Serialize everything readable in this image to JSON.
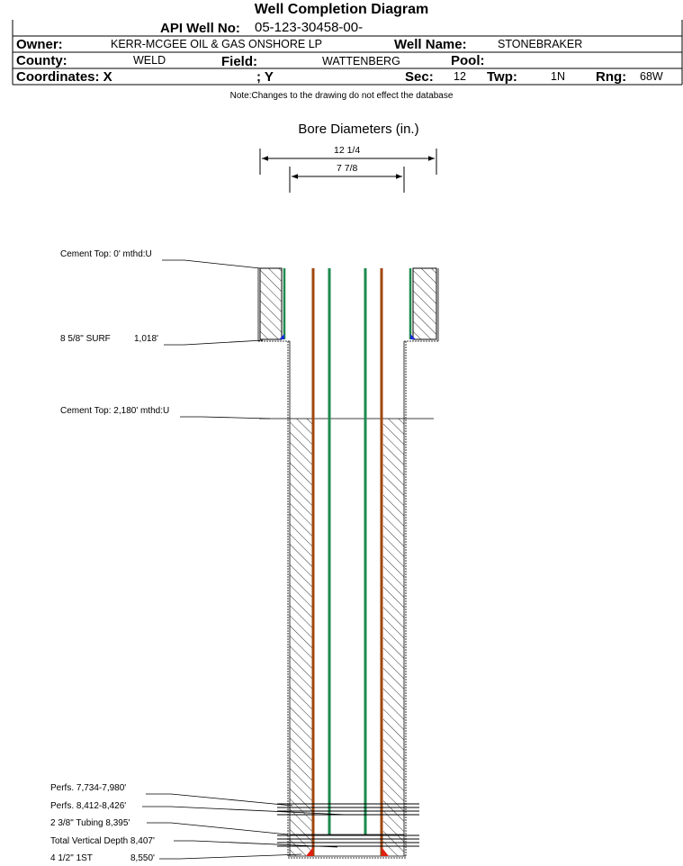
{
  "header": {
    "title": "Well Completion Diagram",
    "api_label": "API Well No:",
    "api_value": "05-123-30458-00-",
    "owner_label": "Owner:",
    "owner_value": "KERR-MCGEE OIL & GAS ONSHORE LP",
    "well_name_label": "Well Name:",
    "well_name_value": "STONEBRAKER",
    "county_label": "County:",
    "county_value": "WELD",
    "field_label": "Field:",
    "field_value": "WATTENBERG",
    "pool_label": "Pool:",
    "pool_value": "",
    "coords_label": "Coordinates: X",
    "coords_y_label": "; Y",
    "sec_label": "Sec:",
    "sec_value": "12",
    "twp_label": "Twp:",
    "twp_value": "1N",
    "rng_label": "Rng:",
    "rng_value": "68W"
  },
  "note": "Note:Changes to the drawing do not effect the database",
  "bore": {
    "title": "Bore Diameters (in.)",
    "outer": "12 1/4",
    "inner": "7 7/8"
  },
  "callouts": {
    "cement_top_1": "Cement Top: 0' mthd:U",
    "surf_casing_size": "8 5/8\" SURF",
    "surf_casing_depth": "1,018'",
    "cement_top_2": "Cement Top: 2,180' mthd:U",
    "perfs_1": "Perfs. 7,734-7,980'",
    "perfs_2": "Perfs. 8,412-8,426'",
    "tubing": "2 3/8\" Tubing 8,395'",
    "tvd": "Total Vertical Depth 8,407'",
    "prod_casing_size": "4 1/2\" 1ST",
    "prod_casing_depth": "8,550'"
  },
  "colors": {
    "casing_green": "#1e8a4e",
    "tubing_brown": "#a0470f",
    "shoe_blue": "#1a2fd6",
    "shoe_red": "#e02010"
  }
}
